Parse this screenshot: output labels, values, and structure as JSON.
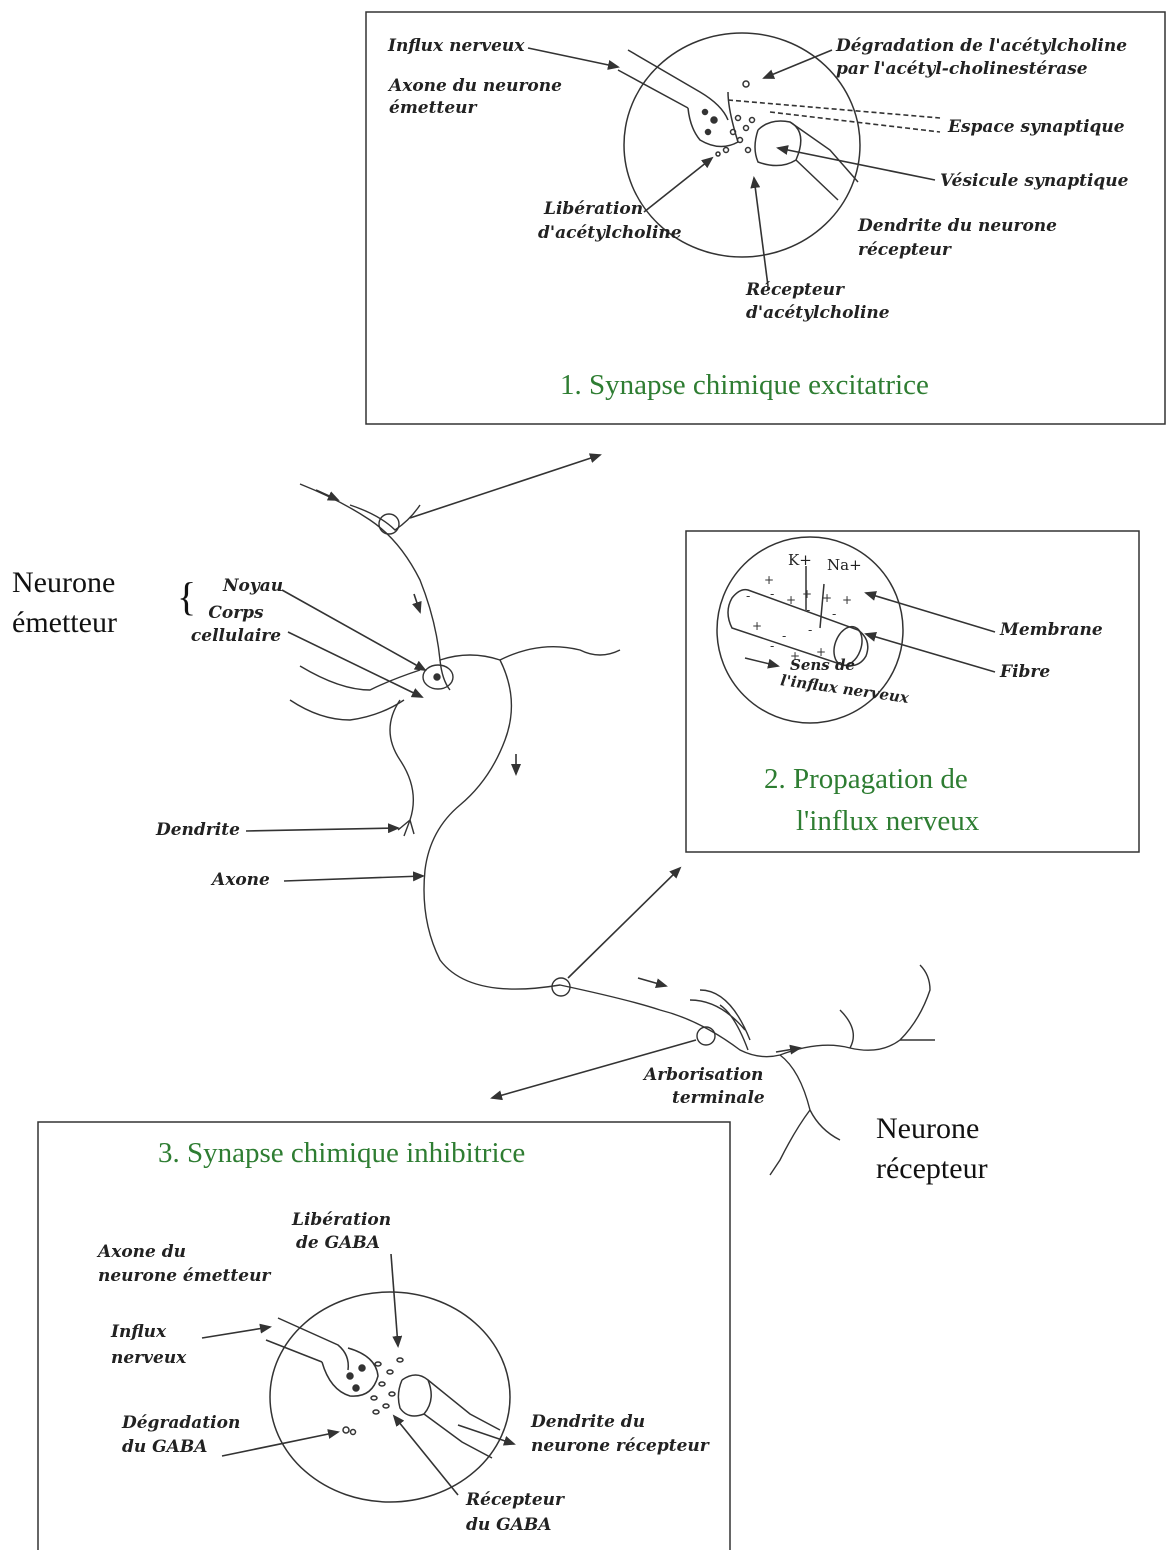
{
  "panel1": {
    "title": "1. Synapse chimique excitatrice",
    "influx": "Influx nerveux",
    "axone_line1": "Axone du neurone",
    "axone_line2": "émetteur",
    "degradation_line1": "Dégradation de l'acétylcholine",
    "degradation_line2": "par l'acétyl-cholinestérase",
    "espace": "Espace synaptique",
    "vesicule": "Vésicule synaptique",
    "liberation_line1": "Libération",
    "liberation_line2": "d'acétylcholine",
    "dendrite_line1": "Dendrite du neurone",
    "dendrite_line2": "récepteur",
    "recepteur_line1": "Récepteur",
    "recepteur_line2": "d'acétylcholine"
  },
  "panel2": {
    "title_line1": "2. Propagation de",
    "title_line2": "l'influx nerveux",
    "k": "K+",
    "na": "Na+",
    "membrane": "Membrane",
    "fibre": "Fibre",
    "sens_line1": "Sens de",
    "sens_line2": "l'influx nerveux"
  },
  "panel3": {
    "title": "3. Synapse chimique inhibitrice",
    "liberation_line1": "Libération",
    "liberation_line2": "de GABA",
    "axone_line1": "Axone du",
    "axone_line2": "neurone émetteur",
    "influx_line1": "Influx",
    "influx_line2": "nerveux",
    "degradation_line1": "Dégradation",
    "degradation_line2": "du GABA",
    "dendrite_line1": "Dendrite du",
    "dendrite_line2": "neurone récepteur",
    "recepteur_line1": "Récepteur",
    "recepteur_line2": "du GABA"
  },
  "neuron": {
    "emetteur_line1": "Neurone",
    "emetteur_line2": "émetteur",
    "recepteur_line1": "Neurone",
    "recepteur_line2": "récepteur",
    "brace": "{",
    "noyau": "Noyau",
    "corps_line1": "Corps",
    "corps_line2": "cellulaire",
    "dendrite": "Dendrite",
    "axone": "Axone",
    "arborisation_line1": "Arborisation",
    "arborisation_line2": "terminale"
  }
}
